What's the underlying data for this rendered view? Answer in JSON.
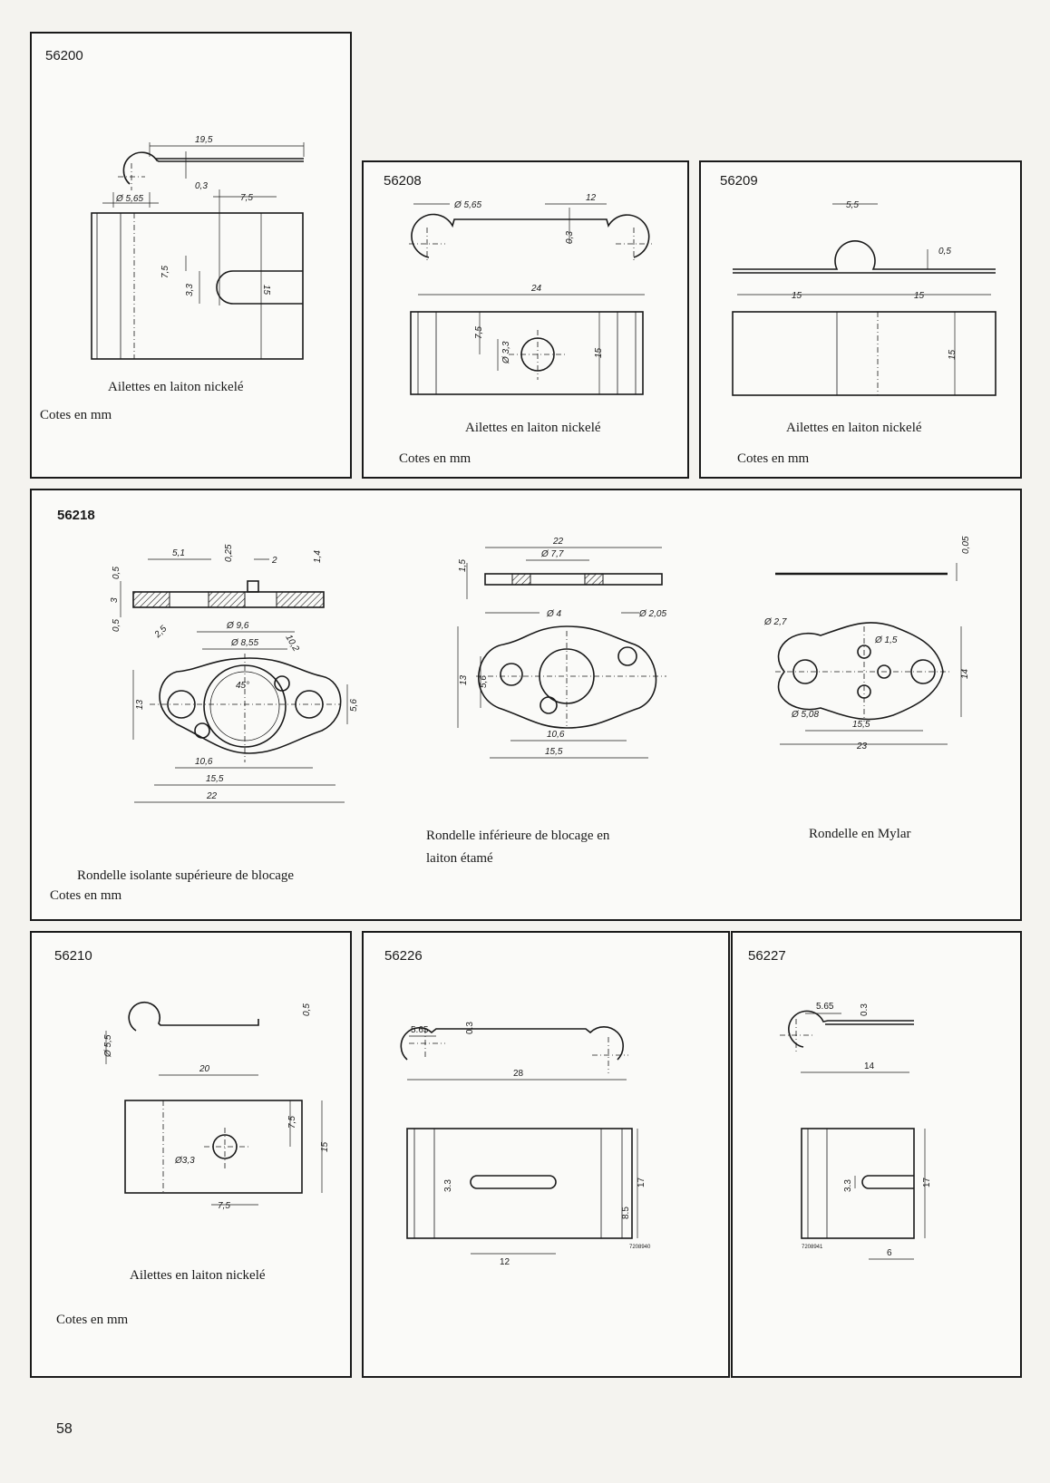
{
  "page_number": "58",
  "panels": {
    "p56200": {
      "code": "56200",
      "caption": "Ailettes en laiton nickelé",
      "units": "Cotes en mm",
      "dims": {
        "length": "19,5",
        "gap": "0,3",
        "diam": "Ø 5,65",
        "d75a": "7,5",
        "d75b": "7,5",
        "d33": "3,3",
        "d15": "15"
      }
    },
    "p56208": {
      "code": "56208",
      "caption": "Ailettes en laiton nickelé",
      "units": "Cotes en mm",
      "dims": {
        "diam": "Ø 5,65",
        "d12": "12",
        "d03": "0,3",
        "d24": "24",
        "d75": "7,5",
        "hole": "Ø 3,3",
        "d15": "15"
      }
    },
    "p56209": {
      "code": "56209",
      "caption": "Ailettes en laiton nickelé",
      "units": "Cotes en mm",
      "dims": {
        "d55": "5,5",
        "d05": "0,5",
        "d15a": "15",
        "d15b": "15",
        "d15c": "15"
      }
    },
    "p56218": {
      "code": "56218",
      "units": "Cotes en mm",
      "caption_left": "Rondelle isolante supérieure de blocage",
      "caption_mid_1": "Rondelle inférieure de blocage en",
      "caption_mid_2": "laiton étamé",
      "caption_right": "Rondelle en Mylar",
      "dims": {
        "a51": "5,1",
        "a025": "0,25",
        "a2": "2",
        "a14": "1,4",
        "a05a": "0,5",
        "a3": "3",
        "a05b": "0,5",
        "a96": "Ø 9,6",
        "a25": "2,5",
        "a855": "Ø 8,55",
        "a102": "10,2",
        "a45": "45°",
        "a13": "13",
        "a56": "5,6",
        "a106": "10,6",
        "a155": "15,5",
        "a22": "22",
        "b22": "22",
        "b77": "Ø 7,7",
        "b15": "1,5",
        "b4": "Ø 4",
        "b205": "Ø 2,05",
        "b13": "13",
        "b56": "5,6",
        "b106": "10,6",
        "b155": "15,5",
        "c005": "0,05",
        "c27": "Ø 2,7",
        "c15d": "Ø 1,5",
        "c508": "Ø 5,08",
        "c14": "14",
        "c155": "15,5",
        "c23": "23"
      }
    },
    "p56210": {
      "code": "56210",
      "caption": "Ailettes en laiton nickelé",
      "units": "Cotes en mm",
      "dims": {
        "d55": "Ø 5,5",
        "d05": "0,5",
        "d20": "20",
        "d75a": "7,5",
        "d15": "15",
        "hole": "Ø3,3",
        "d75b": "7,5"
      }
    },
    "p56226": {
      "code": "56226",
      "dims": {
        "d565": "5.65",
        "d03": "0.3",
        "d28": "28",
        "d33": "3.3",
        "d17": "17",
        "d85": "8.5",
        "d12": "12",
        "ref": "7208940"
      }
    },
    "p56227": {
      "code": "56227",
      "dims": {
        "d565": "5.65",
        "d03": "0.3",
        "d14": "14",
        "d33": "3.3",
        "d17": "17",
        "d6": "6",
        "ref": "7208941"
      }
    }
  }
}
